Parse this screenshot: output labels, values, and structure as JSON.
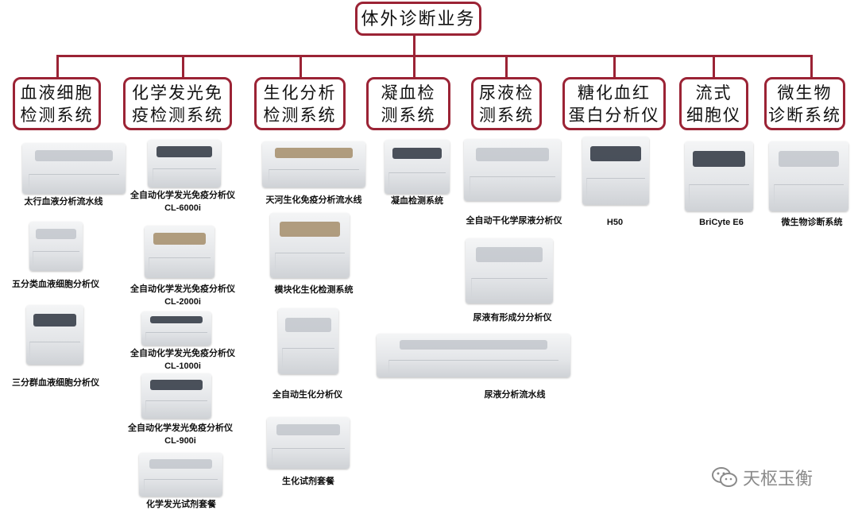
{
  "root": "体外诊断业务",
  "categories": [
    {
      "label": "血液细胞\n检测系统"
    },
    {
      "label": "化学发光免\n疫检测系统"
    },
    {
      "label": "生化分析\n检测系统"
    },
    {
      "label": "凝血检\n测系统"
    },
    {
      "label": "尿液检\n测系统"
    },
    {
      "label": "糖化血红\n蛋白分析仪"
    },
    {
      "label": "流式\n细胞仪"
    },
    {
      "label": "微生物\n诊断系统"
    }
  ],
  "products": {
    "blood": [
      "太行血液分析流水线",
      "五分类血液细胞分析仪",
      "三分群血液细胞分析仪"
    ],
    "chemi": [
      {
        "name": "全自动化学发光免疫分析仪",
        "model": "CL-6000i"
      },
      {
        "name": "全自动化学发光免疫分析仪",
        "model": "CL-2000i"
      },
      {
        "name": "全自动化学发光免疫分析仪",
        "model": "CL-1000i"
      },
      {
        "name": "全自动化学发光免疫分析仪",
        "model": "CL-900i"
      },
      {
        "name": "化学发光试剂套餐"
      }
    ],
    "biochem": [
      "天河生化免疫分析流水线",
      "模块化生化检测系统",
      "全自动生化分析仪",
      "生化试剂套餐"
    ],
    "coag": [
      "凝血检测系统"
    ],
    "urine": [
      "全自动干化学尿液分析仪",
      "尿液有形成分分析仪",
      "尿液分析流水线"
    ],
    "hba1c": [
      "H50"
    ],
    "flow": [
      "BriCyte E6"
    ],
    "micro": [
      "微生物诊断系统"
    ]
  },
  "watermark": "天枢玉衡",
  "colors": {
    "accent": "#9b2335"
  }
}
